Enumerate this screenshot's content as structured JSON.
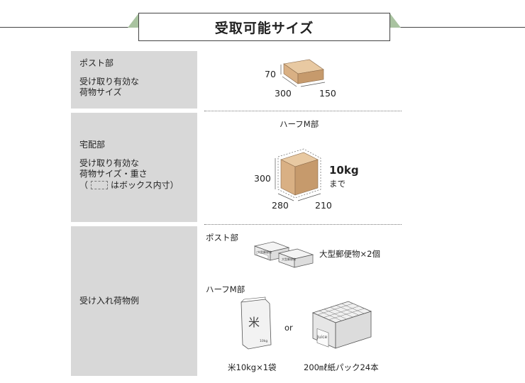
{
  "title": "受取可能サイズ",
  "rows": {
    "post": {
      "label_lines": [
        "ポスト部",
        "受け取り有効な",
        "荷物サイズ"
      ],
      "dims": {
        "h": "70",
        "w": "300",
        "d": "150"
      }
    },
    "delivery": {
      "label_lines": [
        "宅配部",
        "受け取り有効な",
        "荷物サイズ・重さ"
      ],
      "note_open": "（",
      "note_close": "はボックス内寸）",
      "section_title": "ハーフM部",
      "dims": {
        "h": "300",
        "w": "280",
        "d": "210"
      },
      "weight": "10kg",
      "weight_suffix": "まで"
    },
    "examples": {
      "label": "受け入れ荷物例",
      "post_title": "ポスト部",
      "post_item": "大型郵便物×2個",
      "half_title": "ハーフM部",
      "rice_caption": "米10kg×1袋",
      "or": "or",
      "juice_caption": "200㎖紙パック24本",
      "envelope_text": "大型郵便物",
      "bag_text": "10kg",
      "juice_text": "Juice"
    }
  },
  "colors": {
    "label_bg": "#d8d8d8",
    "header_accent": "#a9c3a0",
    "box_light": "#e8c9a2",
    "box_mid": "#d9b084",
    "box_dark": "#c69a6c"
  }
}
